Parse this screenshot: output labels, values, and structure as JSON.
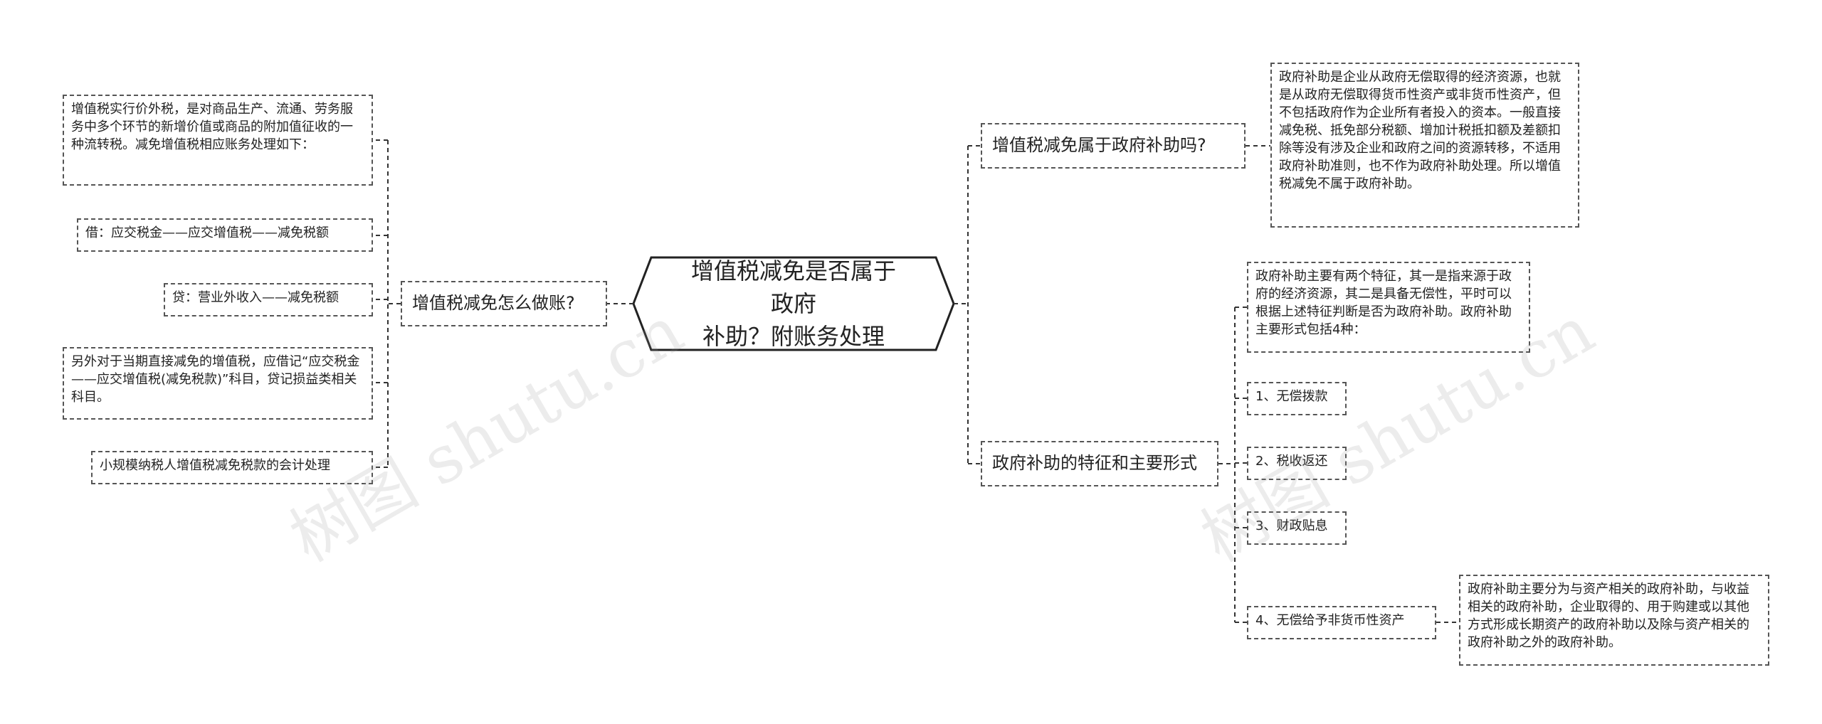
{
  "root": {
    "title": "增值税减免是否属于政府\n补助？附账务处理"
  },
  "left_branch": {
    "label": "增值税减免怎么做账?",
    "items": [
      "增值税实行价外税，是对商品生产、流通、劳务服务中多个环节的新增价值或商品的附加值征收的一种流转税。减免增值税相应账务处理如下：",
      "借：应交税金——应交增值税——减免税额",
      "贷：营业外收入——减免税额",
      "另外对于当期直接减免的增值税，应借记“应交税金——应交增值税(减免税款)”科目，贷记损益类相关科目。",
      "小规模纳税人增值税减免税款的会计处理"
    ]
  },
  "right_branch_1": {
    "label": "增值税减免属于政府补助吗?",
    "detail": "政府补助是企业从政府无偿取得的经济资源，也就是从政府无偿取得货币性资产或非货币性资产，但不包括政府作为企业所有者投入的资本。一般直接减免税、抵免部分税额、增加计税抵扣额及差额扣除等没有涉及企业和政府之间的资源转移，不适用政府补助准则，也不作为政府补助处理。所以增值税减免不属于政府补助。"
  },
  "right_branch_2": {
    "label": "政府补助的特征和主要形式",
    "intro": "政府补助主要有两个特征，其一是指来源于政府的经济资源，其二是具备无偿性，平时可以根据上述特征判断是否为政府补助。政府补助主要形式包括4种：",
    "forms": [
      "1、无偿拨款",
      "2、税收返还",
      "3、财政贴息",
      "4、无偿给予非货币性资产"
    ],
    "form4_detail": "政府补助主要分为与资产相关的政府补助，与收益相关的政府补助，企业取得的、用于购建或以其他方式形成长期资产的政府补助以及除与资产相关的政府补助之外的政府补助。"
  },
  "watermark": "树图 shutu.cn",
  "colors": {
    "border": "#555555",
    "line": "#333333",
    "text": "#222222"
  }
}
